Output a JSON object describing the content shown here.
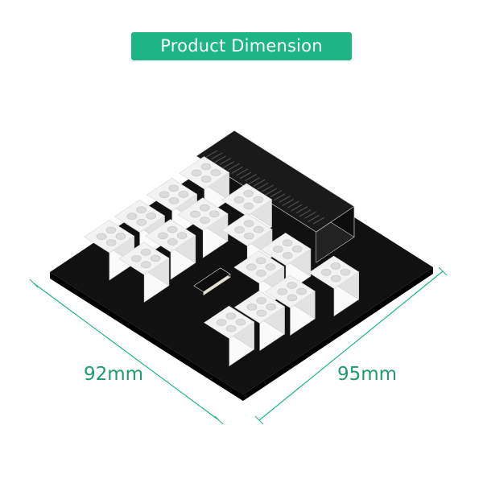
{
  "banner": {
    "title": "Product Dimension"
  },
  "dimensions": {
    "width_label": "92mm",
    "depth_label": "95mm"
  },
  "colors": {
    "accent": "#1db584",
    "board": "#111111",
    "connector": "#f3f3f3",
    "dimension_line": "#1db584",
    "dimension_text": "#1f9a72"
  },
  "product": {
    "type": "ATX power supply breakout board",
    "icon": "pcb-board-with-connectors"
  }
}
